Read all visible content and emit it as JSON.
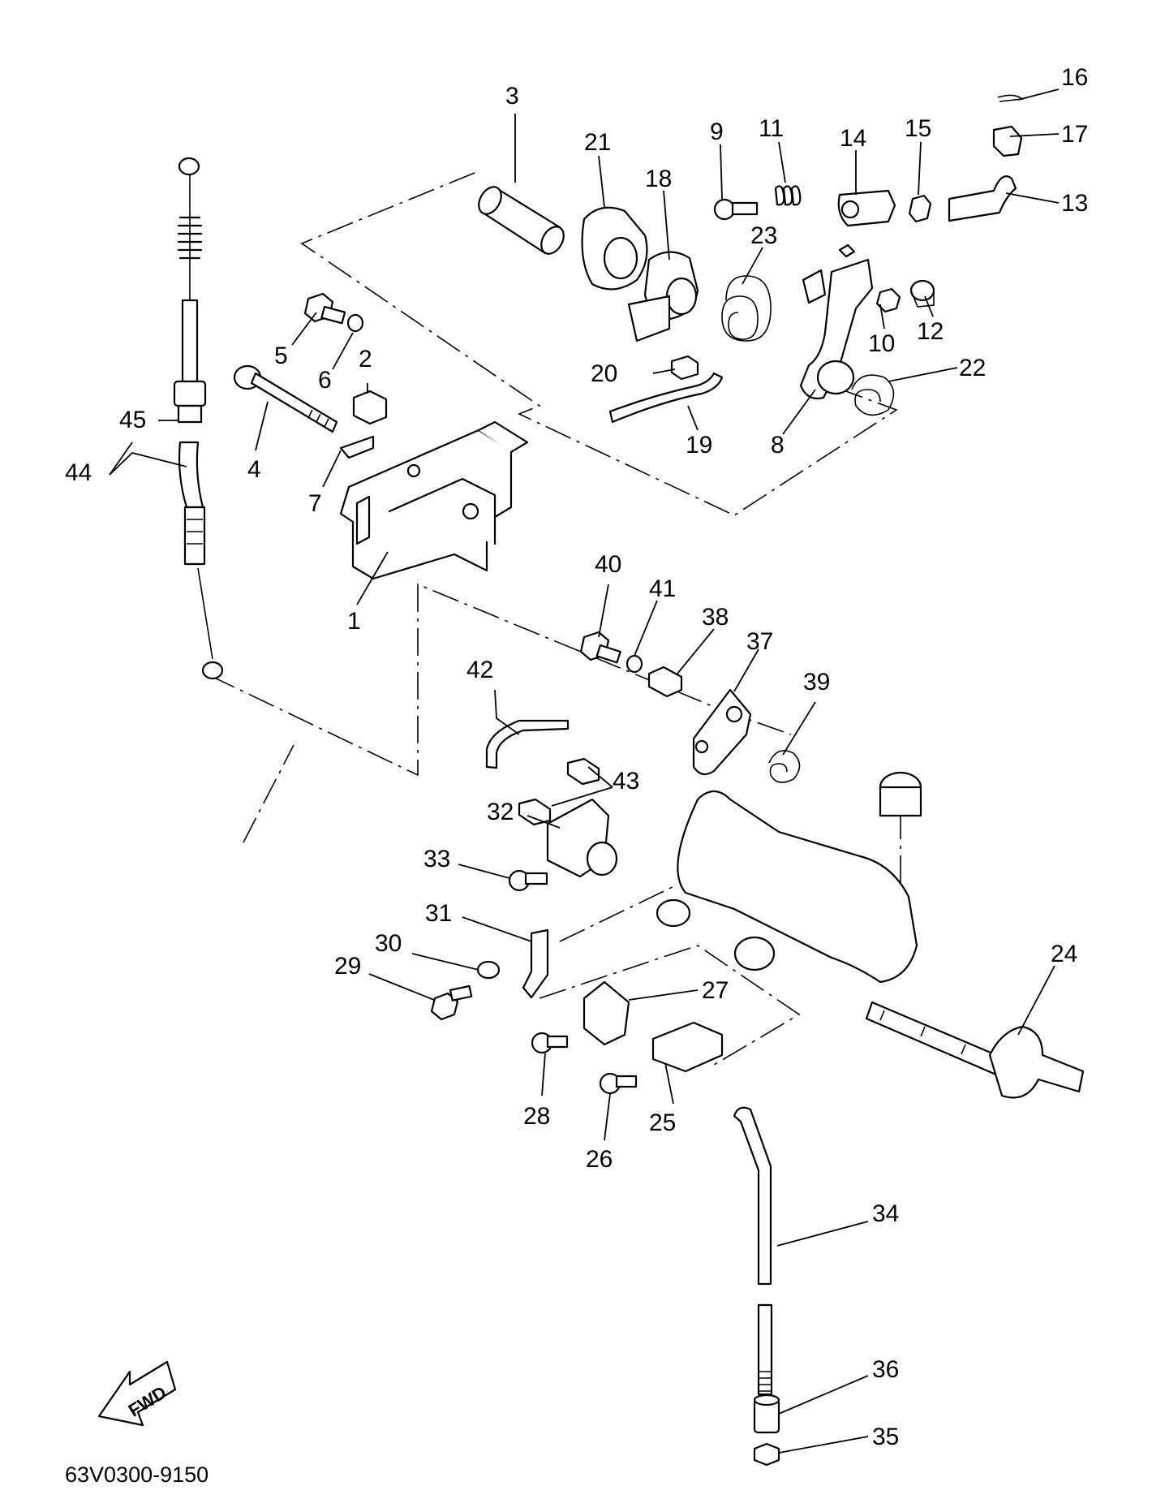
{
  "diagram": {
    "part_numbers": [
      "1",
      "2",
      "3",
      "4",
      "5",
      "6",
      "7",
      "8",
      "9",
      "10",
      "11",
      "12",
      "13",
      "14",
      "15",
      "16",
      "17",
      "18",
      "19",
      "20",
      "21",
      "22",
      "23",
      "24",
      "25",
      "26",
      "27",
      "28",
      "29",
      "30",
      "31",
      "32",
      "33",
      "34",
      "35",
      "36",
      "37",
      "38",
      "39",
      "40",
      "41",
      "42",
      "43",
      "44",
      "45"
    ],
    "fwd_label": "FWD",
    "drawing_code": "63V0300-9150"
  }
}
